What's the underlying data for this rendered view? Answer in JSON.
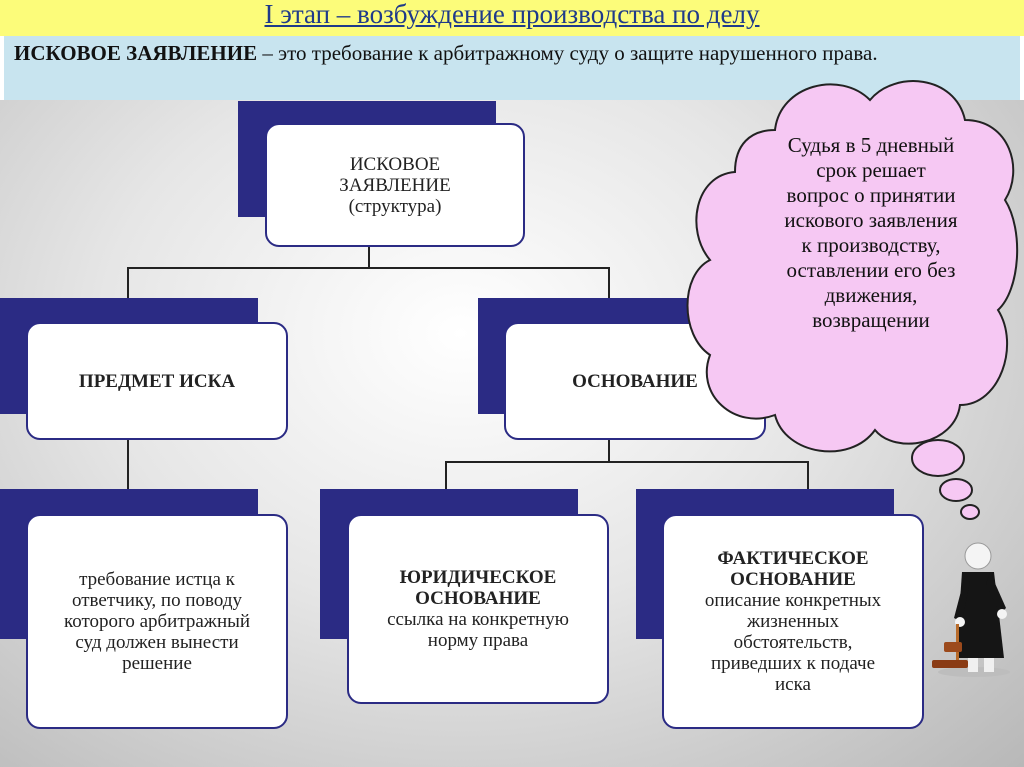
{
  "header": {
    "title": "I этап – возбуждение производства по делу"
  },
  "definition": {
    "term": "ИСКОВОЕ ЗАЯВЛЕНИЕ",
    "text": " – это требование к арбитражному суду о защите нарушенного права."
  },
  "diagram": {
    "root": {
      "line1": "ИСКОВОЕ",
      "line2": "ЗАЯВЛЕНИЕ",
      "line3": "(структура)"
    },
    "subject": {
      "title": "ПРЕДМЕТ ИСКА"
    },
    "basis": {
      "title": "ОСНОВАНИЕ"
    },
    "subject_detail": {
      "lines": [
        "требование истца к",
        "ответчику, по поводу",
        "которого арбитражный",
        "суд должен вынести",
        "решение"
      ]
    },
    "legal_basis": {
      "title1": "ЮРИДИЧЕСКОЕ",
      "title2": "ОСНОВАНИЕ",
      "lines": [
        "ссылка на конкретную",
        "норму права"
      ]
    },
    "factual_basis": {
      "title1": "ФАКТИЧЕСКОЕ",
      "title2": "ОСНОВАНИЕ",
      "lines": [
        "описание конкретных",
        "жизненных",
        "обстоятельств,",
        "приведших к подаче",
        "иска"
      ]
    }
  },
  "callout": {
    "lines": [
      "Судья в 5 дневный",
      "срок решает",
      "вопрос о принятии",
      "искового заявления",
      "к производству,",
      "оставлении его без",
      "движения,",
      "возвращении"
    ]
  },
  "colors": {
    "banner": "#fcfc7a",
    "banner_text": "#1f3a8a",
    "definition_bg": "#c8e4ef",
    "navy": "#2b2b84",
    "cloud": "#f6c8f3"
  }
}
